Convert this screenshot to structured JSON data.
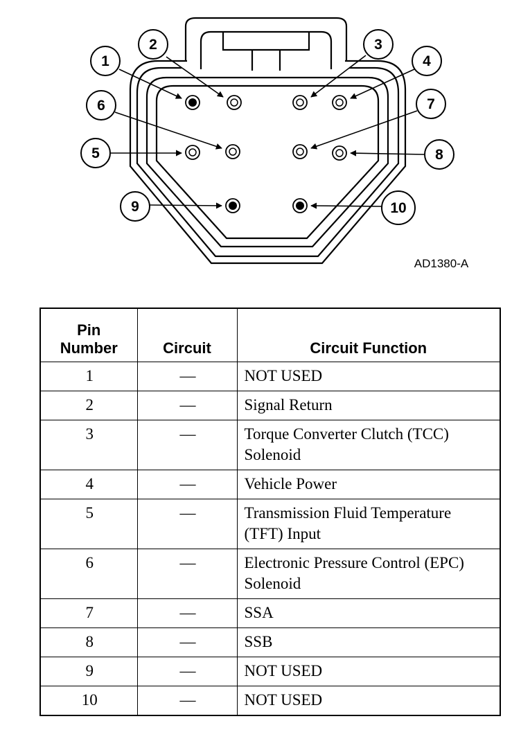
{
  "diagram": {
    "reference_code": "AD1380-A",
    "callouts": [
      "1",
      "2",
      "3",
      "4",
      "5",
      "6",
      "7",
      "8",
      "9",
      "10"
    ]
  },
  "table": {
    "headers": {
      "pin_line1": "Pin",
      "pin_line2": "Number",
      "circuit": "Circuit",
      "function": "Circuit Function"
    },
    "rows": [
      {
        "pin": "1",
        "circuit": "—",
        "function": "NOT USED",
        "tall": false
      },
      {
        "pin": "2",
        "circuit": "—",
        "function": "Signal Return",
        "tall": false
      },
      {
        "pin": "3",
        "circuit": "—",
        "function": "Torque Converter Clutch (TCC) Solenoid",
        "tall": true
      },
      {
        "pin": "4",
        "circuit": "—",
        "function": "Vehicle Power",
        "tall": false
      },
      {
        "pin": "5",
        "circuit": "—",
        "function": "Transmission Fluid Temperature (TFT) Input",
        "tall": true
      },
      {
        "pin": "6",
        "circuit": "—",
        "function": "Electronic Pressure Control (EPC) Solenoid",
        "tall": true
      },
      {
        "pin": "7",
        "circuit": "—",
        "function": "SSA",
        "tall": false
      },
      {
        "pin": "8",
        "circuit": "—",
        "function": "SSB",
        "tall": false
      },
      {
        "pin": "9",
        "circuit": "—",
        "function": "NOT USED",
        "tall": false
      },
      {
        "pin": "10",
        "circuit": "—",
        "function": "NOT USED",
        "tall": false
      }
    ]
  }
}
